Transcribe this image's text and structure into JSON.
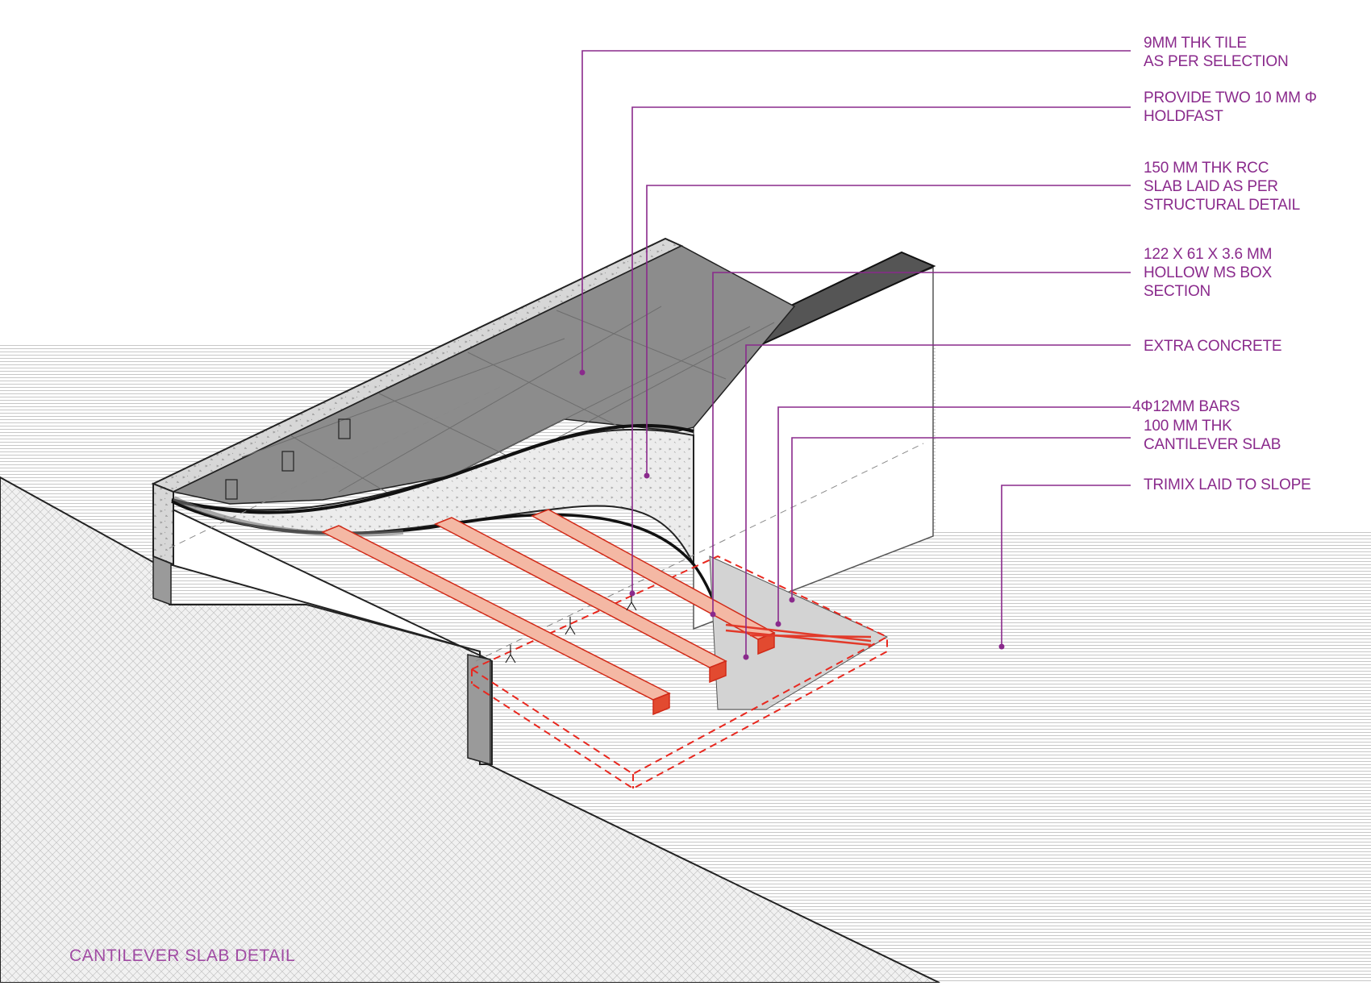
{
  "drawing": {
    "title": "CANTILEVER SLAB DETAIL",
    "accent_color": "#8a2a8c",
    "steel_color": "#f04a38",
    "dashed_color": "#e8281f"
  },
  "callouts": [
    {
      "id": "tile",
      "lines": [
        "9MM THK TILE",
        "AS PER SELECTION"
      ]
    },
    {
      "id": "holdfast",
      "lines": [
        "PROVIDE TWO 10 MM Φ",
        "HOLDFAST"
      ]
    },
    {
      "id": "rcc",
      "lines": [
        "150 MM THK RCC",
        "SLAB LAID AS PER",
        "STRUCTURAL DETAIL"
      ]
    },
    {
      "id": "box",
      "lines": [
        "122 X 61 X 3.6 MM",
        "HOLLOW MS BOX",
        " SECTION"
      ]
    },
    {
      "id": "extra",
      "lines": [
        "EXTRA CONCRETE"
      ]
    },
    {
      "id": "bars",
      "lines": [
        "4Φ12MM BARS"
      ]
    },
    {
      "id": "cant",
      "lines": [
        "100 MM THK",
        "CANTILEVER SLAB"
      ]
    },
    {
      "id": "trimix",
      "lines": [
        "TRIMIX LAID TO SLOPE"
      ]
    }
  ]
}
